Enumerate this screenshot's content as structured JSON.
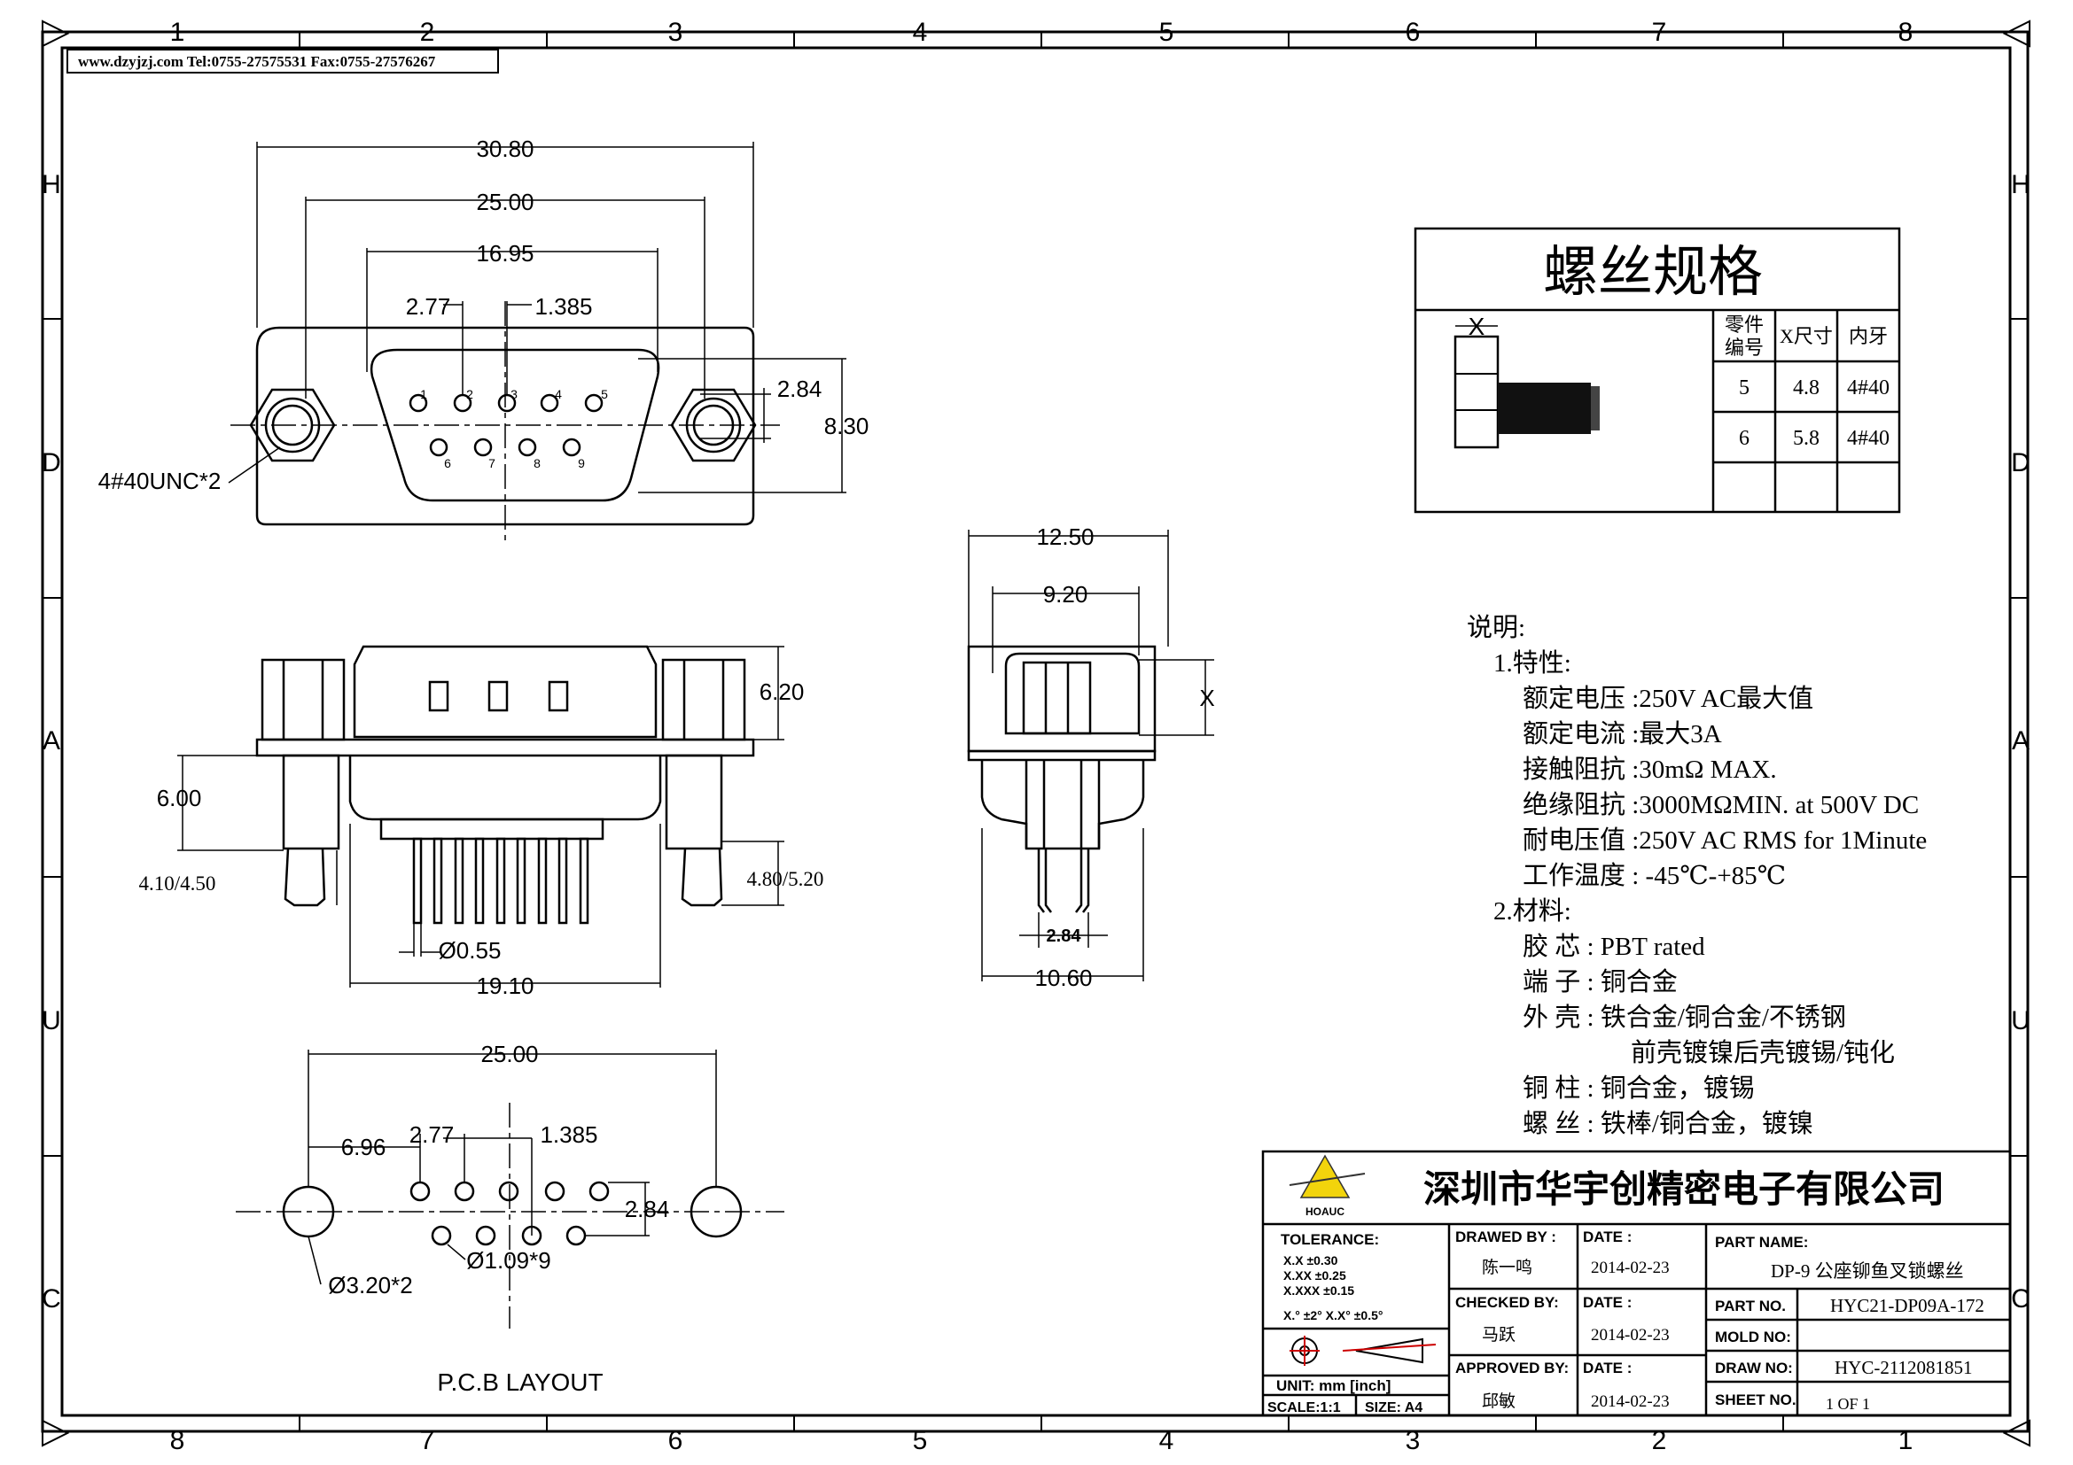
{
  "frame": {
    "top_cols": [
      "1",
      "2",
      "3",
      "4",
      "5",
      "6",
      "7",
      "8"
    ],
    "bottom_cols": [
      "8",
      "7",
      "6",
      "5",
      "4",
      "3",
      "2",
      "1"
    ],
    "rows": [
      "H",
      "D",
      "A",
      "U",
      "C"
    ]
  },
  "header_strip": "www.dzyjzj.com  Tel:0755-27575531  Fax:0755-27576267",
  "front_view": {
    "dims": [
      "30.80",
      "25.00",
      "16.95",
      "2.77",
      "1.385",
      "2.84",
      "8.30"
    ],
    "thread_label": "4#40UNC*2",
    "pin_numbers": [
      "1",
      "2",
      "3",
      "4",
      "5",
      "6",
      "7",
      "8",
      "9"
    ]
  },
  "side_view": {
    "dims": [
      "6.20",
      "6.00",
      "4.10/4.50",
      "4.80/5.20",
      "Ø0.55",
      "19.10"
    ]
  },
  "end_view": {
    "dims": [
      "12.50",
      "9.20",
      "X",
      "2.84",
      "10.60"
    ]
  },
  "pcb_layout": {
    "dims": [
      "25.00",
      "6.96",
      "2.77",
      "1.385",
      "2.84",
      "Ø1.09*9",
      "Ø3.20*2"
    ],
    "title": "P.C.B LAYOUT"
  },
  "screw_table": {
    "title": "螺丝规格",
    "x_label": "X",
    "headers": [
      "零件\n编号",
      "X尺寸",
      "内牙"
    ],
    "rows": [
      [
        "5",
        "4.8",
        "4#40"
      ],
      [
        "6",
        "5.8",
        "4#40"
      ],
      [
        "",
        "",
        ""
      ]
    ]
  },
  "notes": {
    "heading": "说明:",
    "lines": [
      "1.特性:",
      "额定电压 :250V AC最大值",
      "额定电流 :最大3A",
      "接触阻抗 :30mΩ MAX.",
      "绝缘阻抗 :3000MΩMIN. at 500V DC",
      "耐电压值 :250V AC RMS for 1Minute",
      "工作温度 : -45℃-+85℃",
      "2.材料:",
      "胶 芯 : PBT rated",
      "端 子 : 铜合金",
      "外 壳 : 铁合金/铜合金/不锈钢",
      "前壳镀镍后壳镀锡/钝化",
      "铜 柱 : 铜合金，镀锡",
      "螺 丝 : 铁棒/铜合金，镀镍"
    ]
  },
  "title_block": {
    "company": "深圳市华宇创精密电子有限公司",
    "logo_text": "HOAUC",
    "tolerance_label": "TOLERANCE:",
    "tolerances": [
      "X.X    ±0.30",
      "X.XX   ±0.25",
      "X.XXX  ±0.15"
    ],
    "angles": "X.° ±2°      X.X° ±0.5°",
    "unit": "UNIT:  mm  [inch]",
    "scale": "SCALE:1:1",
    "size": "SIZE: A4",
    "drawn_by_label": "DRAWED BY :",
    "drawn_by": "陈一鸣",
    "checked_by_label": "CHECKED BY:",
    "checked_by": "马跃",
    "approved_by_label": "APPROVED BY:",
    "approved_by": "邱敏",
    "date_label": "DATE :",
    "dates": [
      "2014-02-23",
      "2014-02-23",
      "2014-02-23"
    ],
    "part_name_label": "PART NAME:",
    "part_name": "DP-9 公座铆鱼叉锁螺丝",
    "part_no_label": "PART NO.",
    "part_no": "HYC21-DP09A-172",
    "mold_no_label": "MOLD NO:",
    "mold_no": "",
    "draw_no_label": "DRAW NO:",
    "draw_no": "HYC-2112081851",
    "sheet_no_label": "SHEET NO.",
    "sheet_no": "1 OF 1"
  }
}
